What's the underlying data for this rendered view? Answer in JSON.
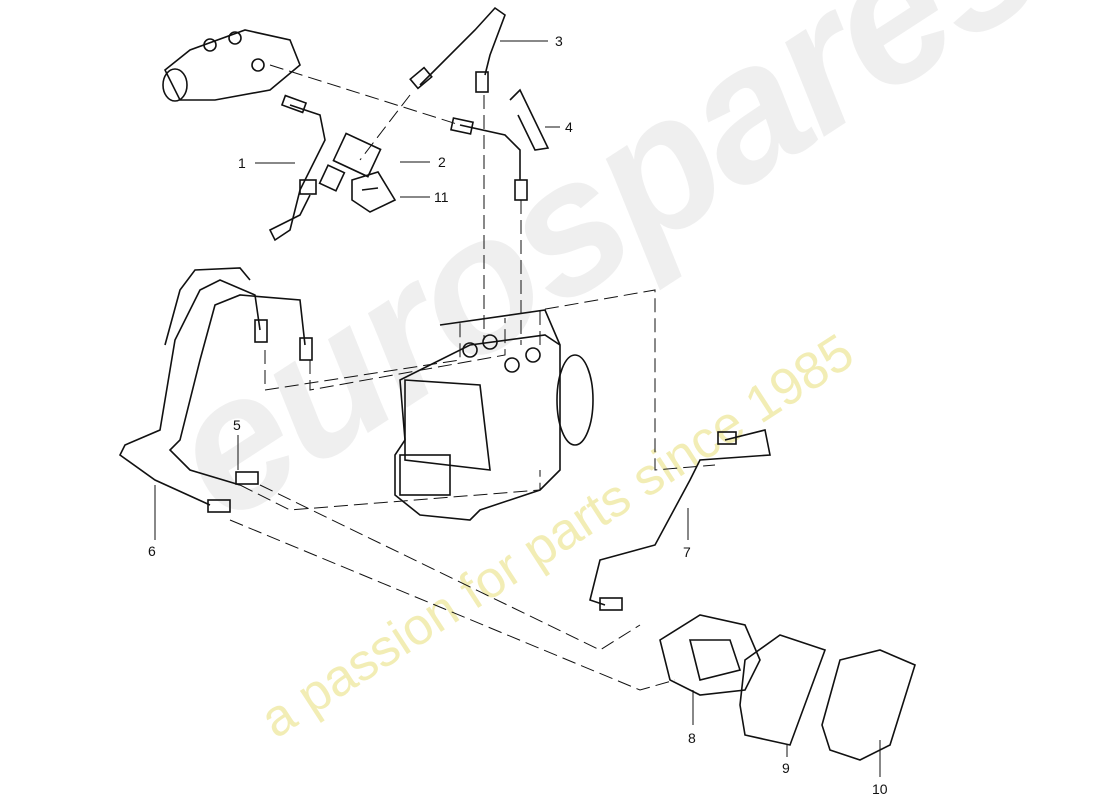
{
  "watermark": {
    "logo": "eurospares",
    "tagline": "a passion for parts since 1985",
    "tagline_color": "#e8e07a"
  },
  "callouts": [
    {
      "number": "1"
    },
    {
      "number": "2"
    },
    {
      "number": "3"
    },
    {
      "number": "4"
    },
    {
      "number": "5"
    },
    {
      "number": "6"
    },
    {
      "number": "7"
    },
    {
      "number": "8"
    },
    {
      "number": "9"
    },
    {
      "number": "10"
    },
    {
      "number": "11"
    }
  ]
}
